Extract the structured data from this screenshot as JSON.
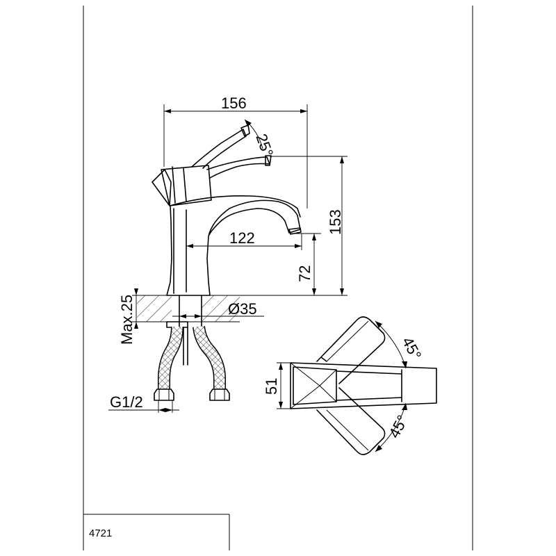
{
  "drawing": {
    "model_code": "4721",
    "dimensions": {
      "total_length": "156",
      "handle_angle": "25°",
      "total_height": "153",
      "spout_reach": "122",
      "spout_height": "72",
      "max_deck_thickness": "Max.25",
      "hole_diameter": "Ø35",
      "thread": "G1/2",
      "handle_width": "51",
      "rotation_angle_top": "45°",
      "rotation_angle_bottom": "45°"
    }
  }
}
